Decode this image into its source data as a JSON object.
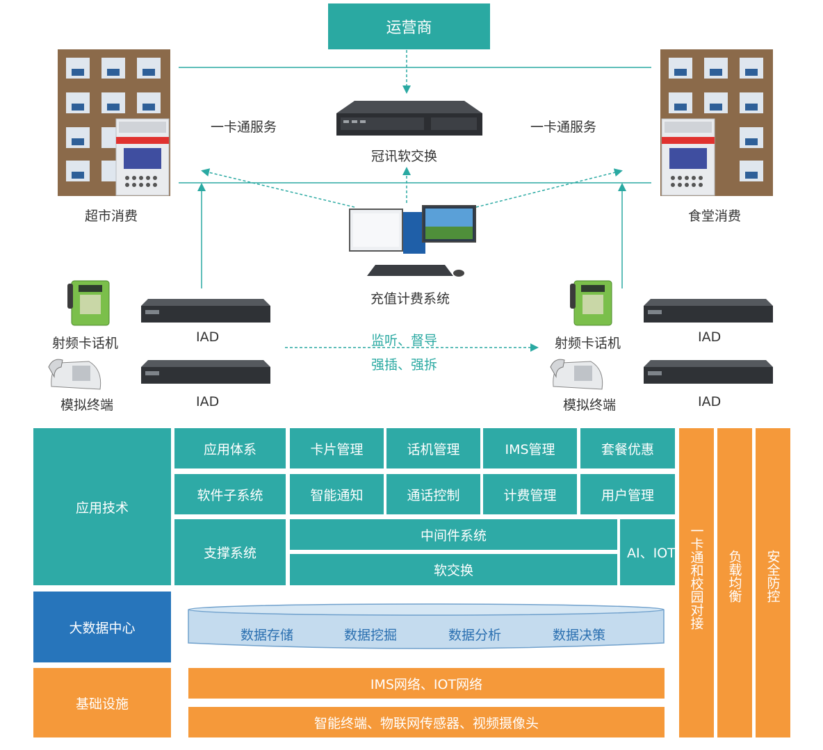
{
  "top": {
    "operator": "运营商",
    "softswitch": "冠讯软交换",
    "card_service_left": "一卡通服务",
    "card_service_right": "一卡通服务",
    "supermarket": "超市消费",
    "canteen": "食堂消费",
    "billing_system": "充值计费系统",
    "rf_phone_left": "射频卡话机",
    "rf_phone_right": "射频卡话机",
    "analog_left": "模拟终端",
    "analog_right": "模拟终端",
    "iad_1": "IAD",
    "iad_2": "IAD",
    "iad_3": "IAD",
    "iad_4": "IAD",
    "monitor": "监听、督导",
    "intercept": "强插、强拆"
  },
  "arch": {
    "app_tech": "应用技术",
    "big_data": "大数据中心",
    "infra": "基础设施",
    "row1": [
      "应用体系",
      "卡片管理",
      "话机管理",
      "IMS管理",
      "套餐优惠"
    ],
    "row2": [
      "软件子系统",
      "智能通知",
      "通话控制",
      "计费管理",
      "用户管理"
    ],
    "support": "支撑系统",
    "middleware": "中间件系统",
    "softswitch": "软交换",
    "ai_iot": "AI、IOT",
    "data": [
      "数据存储",
      "数据挖掘",
      "数据分析",
      "数据决策"
    ],
    "network": "IMS网络、IOT网络",
    "terminals": "智能终端、物联网传感器、视频摄像头",
    "side1": "一卡通和校园对接",
    "side2": "负载均衡",
    "side3": "安全防控"
  },
  "colors": {
    "teal": "#2aa9a2",
    "blue": "#2775bb",
    "orange": "#f5993a"
  }
}
